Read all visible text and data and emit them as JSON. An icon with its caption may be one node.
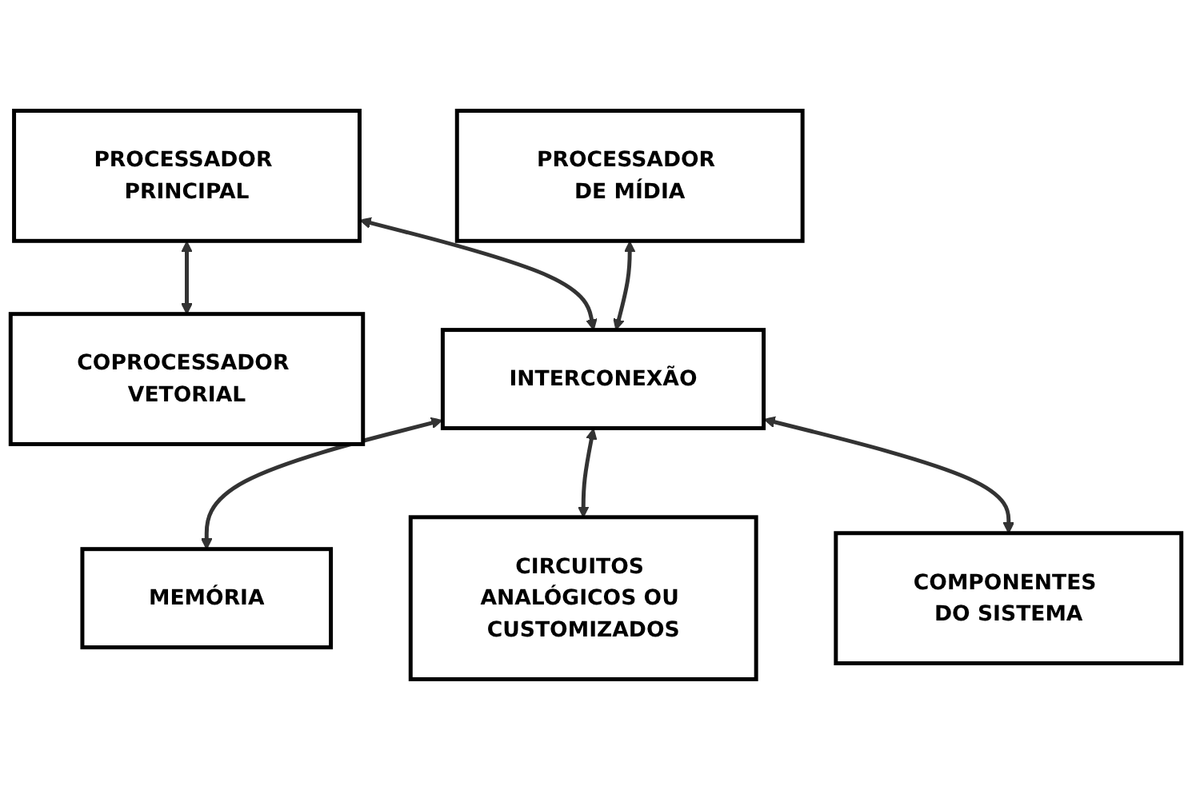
{
  "diagram": {
    "nodes": [
      {
        "text": [
          "PROCESSADOR DE MÍDIA"
        ]
      },
      {
        "text": [
          "PROCESSADOR PRINCIPAL"
        ]
      },
      {
        "text": [
          "COPROCESSADOR VETORIAL"
        ]
      },
      {
        "text": [
          "INTERCONEXÃO"
        ]
      },
      {
        "text": [
          "MEMÓRIA"
        ]
      },
      {
        "text": [
          "CIRCUITOS ANALÓGICOS OU CUSTOMIZADOS"
        ]
      },
      {
        "text": [
          "COMPONENTES DO SISTEMA"
        ]
      }
    ],
    "edges": [
      {
        "from": 1,
        "to": 2,
        "arrow": "both"
      },
      {
        "from": 0,
        "to": 3,
        "arrow": "both"
      },
      {
        "from": 1,
        "to": 3,
        "arrow": "both"
      },
      {
        "from": 3,
        "to": 4,
        "arrow": "both"
      },
      {
        "from": 3,
        "to": 5,
        "arrow": "both"
      },
      {
        "from": 3,
        "to": 6,
        "arrow": "both"
      }
    ]
  }
}
